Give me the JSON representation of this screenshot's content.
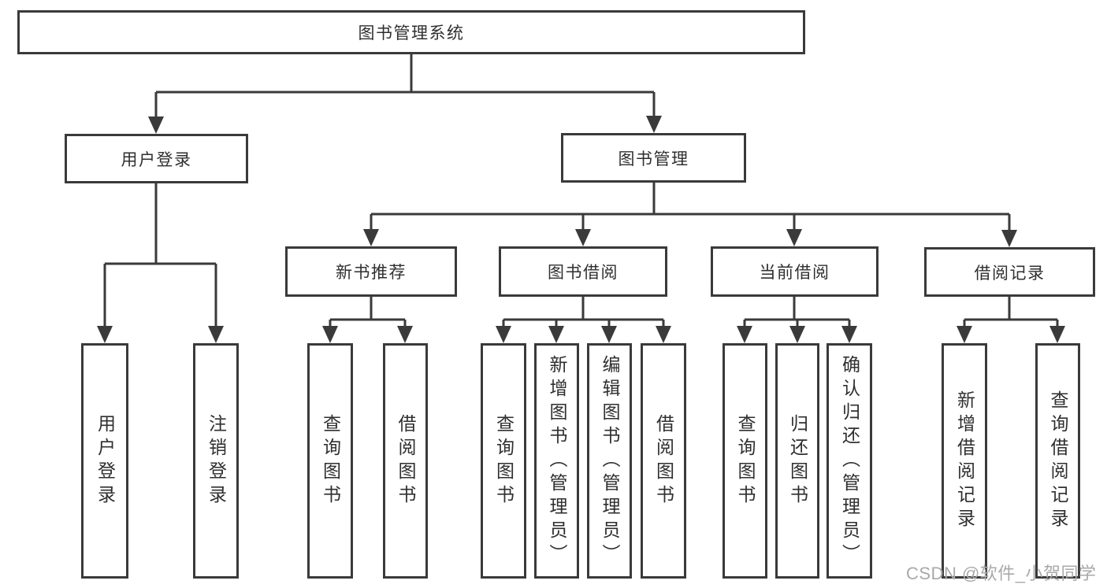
{
  "tree": {
    "label": "图书管理系统",
    "children": [
      {
        "label": "用户登录",
        "children": [
          {
            "label": "用户登录"
          },
          {
            "label": "注销登录"
          }
        ]
      },
      {
        "label": "图书管理",
        "children": [
          {
            "label": "新书推荐",
            "children": [
              {
                "label": "查询图书"
              },
              {
                "label": "借阅图书"
              }
            ]
          },
          {
            "label": "图书借阅",
            "children": [
              {
                "label": "查询图书"
              },
              {
                "label": "新增图书（管理员）"
              },
              {
                "label": "编辑图书（管理员）"
              },
              {
                "label": "借阅图书"
              }
            ]
          },
          {
            "label": "当前借阅",
            "children": [
              {
                "label": "查询图书"
              },
              {
                "label": "归还图书"
              },
              {
                "label": "确认归还（管理员）"
              }
            ]
          },
          {
            "label": "借阅记录",
            "children": [
              {
                "label": "新增借阅记录"
              },
              {
                "label": "查询借阅记录"
              }
            ]
          }
        ]
      }
    ]
  },
  "watermark": {
    "text": "CSDN @软件_小贺同学"
  },
  "colors": {
    "line": "#3a3a3a",
    "text": "#2f2f2f",
    "watermark": "#a9a9a9",
    "background": "#ffffff"
  }
}
